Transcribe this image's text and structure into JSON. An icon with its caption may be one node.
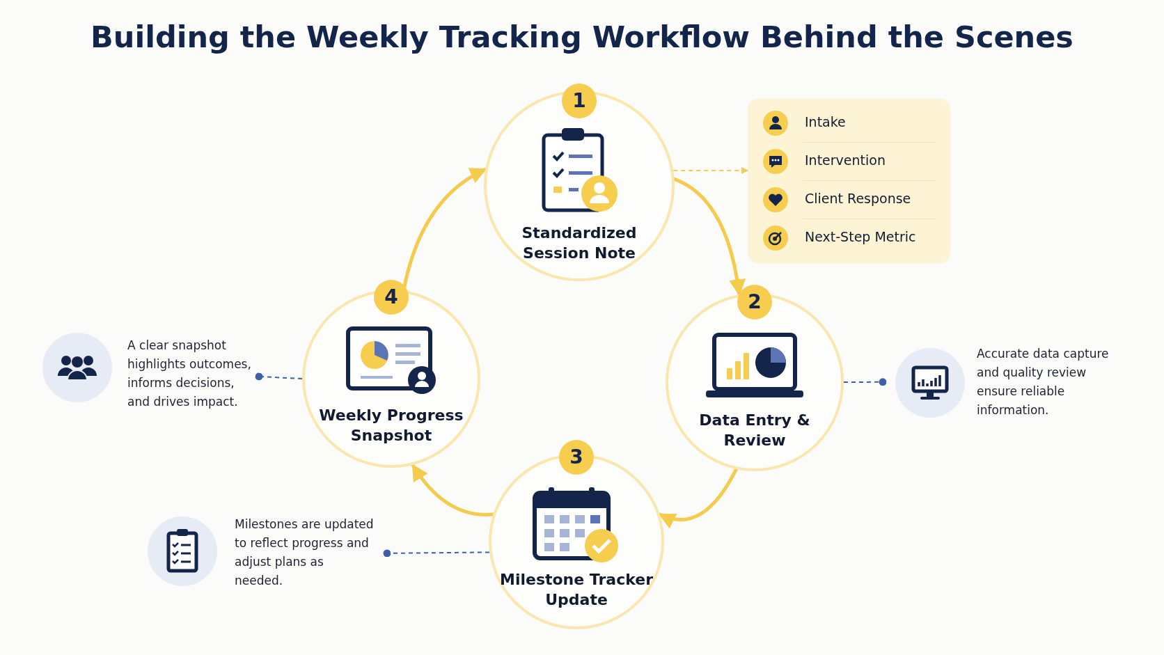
{
  "diagram": {
    "title": "Building the Weekly Tracking Workflow Behind the Scenes",
    "nodes": [
      {
        "text": [
          "1",
          "Standardized Session Note"
        ]
      },
      {
        "text": [
          "2",
          "Data Entry & Review"
        ]
      },
      {
        "text": [
          "3",
          "Milestone Tracker Update"
        ]
      },
      {
        "text": [
          "4",
          "Weekly Progress Snapshot"
        ]
      },
      {
        "text": [
          "Intake",
          "Intervention",
          "Client Response",
          "Next-Step Metric"
        ]
      },
      {
        "text": [
          "Accurate data capture and quality review ensure reliable information."
        ]
      },
      {
        "text": [
          "Milestones are updated to reflect progress and adjust plans as needed."
        ]
      },
      {
        "text": [
          "A clear snapshot highlights outcomes, informs decisions, and drives impact."
        ]
      }
    ],
    "edges": [
      {
        "from": 0,
        "to": 1,
        "arrow": "to",
        "style": "thick"
      },
      {
        "from": 1,
        "to": 2,
        "arrow": "to",
        "style": "thick"
      },
      {
        "from": 2,
        "to": 3,
        "arrow": "to",
        "style": "thick"
      },
      {
        "from": 3,
        "to": 0,
        "arrow": "to",
        "style": "thick"
      },
      {
        "from": 0,
        "to": 4,
        "arrow": "to",
        "style": "dashed"
      },
      {
        "from": 1,
        "to": 5,
        "arrow": "other",
        "style": "dashed",
        "color": "#3f5ea8"
      },
      {
        "from": 2,
        "to": 6,
        "arrow": "other",
        "style": "dashed",
        "color": "#3f5ea8"
      },
      {
        "from": 3,
        "to": 7,
        "arrow": "other",
        "style": "dashed",
        "color": "#3f5ea8"
      }
    ]
  }
}
